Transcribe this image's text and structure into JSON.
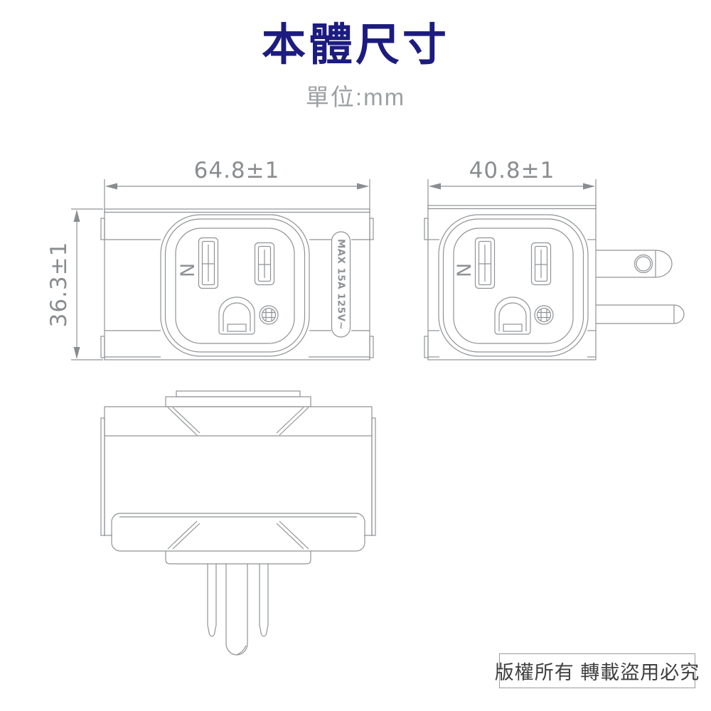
{
  "header": {
    "title": "本體尺寸",
    "subtitle": "單位:mm"
  },
  "diagram": {
    "unit": "mm",
    "front_view": {
      "width_label": "64.8±1",
      "height_label": "36.3±1",
      "neutral_label": "N",
      "rating_label": "MAX 15A 125V~"
    },
    "side_view": {
      "width_label": "40.8±1",
      "neutral_label": "N"
    }
  },
  "footer": {
    "copyright": "版權所有 轉載盜用必究"
  },
  "colors": {
    "title": "#1c1c80",
    "subtitle": "#9da0a3",
    "line": "#8f9295",
    "dimension_text": "#8a8d90",
    "copyright_text": "#3f3f3f",
    "background": "#ffffff"
  }
}
